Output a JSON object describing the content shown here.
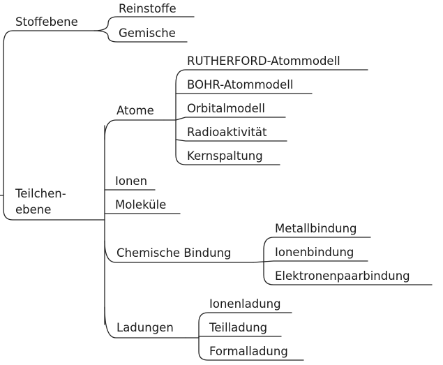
{
  "nodes": {
    "root": {
      "text": ""
    },
    "stoffebene": {
      "text": "Stoffebene"
    },
    "reinstoffe": {
      "text": "Reinstoffe"
    },
    "gemische": {
      "text": "Gemische"
    },
    "teilchen_line1": {
      "text": "Teilchen-"
    },
    "teilchen_line2": {
      "text": "ebene"
    },
    "atome": {
      "text": "Atome"
    },
    "rutherford": {
      "text": "RUTHERFORD-Atommodell"
    },
    "bohr": {
      "text": "BOHR-Atommodell"
    },
    "orbital": {
      "text": "Orbitalmodell"
    },
    "radio": {
      "text": "Radioaktivität"
    },
    "kern": {
      "text": "Kernspaltung"
    },
    "ionen": {
      "text": "Ionen"
    },
    "molekuele": {
      "text": "Moleküle"
    },
    "chem": {
      "text": "Chemische Bindung"
    },
    "metall": {
      "text": "Metallbindung"
    },
    "ionenb": {
      "text": "Ionenbindung"
    },
    "elektronen": {
      "text": "Elektronenpaarbindung"
    },
    "ladungen": {
      "text": "Ladungen"
    },
    "ionenl": {
      "text": "Ionenladung"
    },
    "teill": {
      "text": "Teilladung"
    },
    "formal": {
      "text": "Formalladung"
    }
  }
}
